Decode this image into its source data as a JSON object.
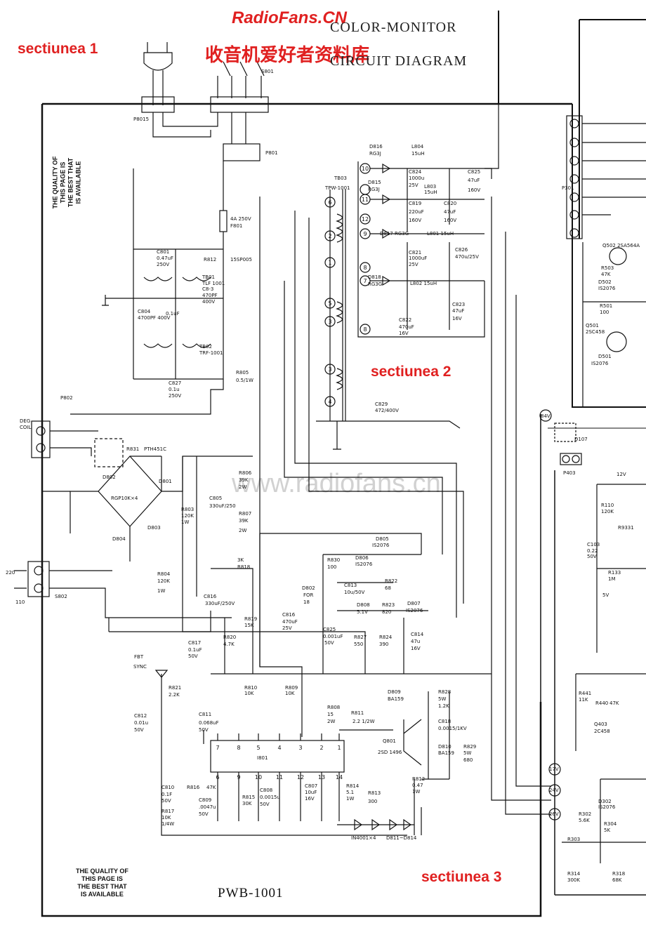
{
  "header": {
    "watermark_top": "RadioFans.CN",
    "chinese_title": "收音机爱好者资料库",
    "title_line1": "COLOR-MONITOR",
    "title_line3": "CIRCUIT DIAGRAM",
    "watermark_mid": "www.radiofans.cn"
  },
  "sections": {
    "s1": "sectiunea 1",
    "s2": "sectiunea 2",
    "s3": "sectiunea 3"
  },
  "notices": {
    "quality_bottom": [
      "THE QUALITY OF",
      "THIS PAGE IS",
      "THE BEST THAT",
      "IS AVAILABLE"
    ],
    "quality_side": [
      "THE QUALITY OF",
      "THIS PAGE IS",
      "THE BEST THAT",
      "IS AVAILABLE"
    ]
  },
  "board": {
    "name": "PWB-1001"
  },
  "colors": {
    "section_label": "#e02020",
    "ink": "#111111"
  },
  "components": [
    {
      "ref": "P8015",
      "label": "P8015"
    },
    {
      "ref": "S801",
      "label": "S801"
    },
    {
      "ref": "P801",
      "label": "P801"
    },
    {
      "ref": "F801",
      "label": "4A 250V"
    },
    {
      "ref": "F801b",
      "label": "F801"
    },
    {
      "ref": "C801",
      "label": "C801"
    },
    {
      "ref": "C801v",
      "label": "0.47uF"
    },
    {
      "ref": "C801r",
      "label": "250V"
    },
    {
      "ref": "R812",
      "label": "R812"
    },
    {
      "ref": "SP",
      "label": "15SP005"
    },
    {
      "ref": "TB01",
      "label": "TB01"
    },
    {
      "ref": "TLF",
      "label": "TLF 1001"
    },
    {
      "ref": "C803",
      "label": "C8-3"
    },
    {
      "ref": "C803v",
      "label": "470PF"
    },
    {
      "ref": "C803r",
      "label": "400V"
    },
    {
      "ref": "C804",
      "label": "C804"
    },
    {
      "ref": "C804v",
      "label": "4700PF 400V"
    },
    {
      "ref": "C0.1",
      "label": "0.1uF"
    },
    {
      "ref": "TB02",
      "label": "TB02"
    },
    {
      "ref": "TRF",
      "label": "TRF-1001"
    },
    {
      "ref": "R805",
      "label": "R805"
    },
    {
      "ref": "R805v",
      "label": "0.5/1W"
    },
    {
      "ref": "C827",
      "label": "C827"
    },
    {
      "ref": "C827v",
      "label": "0.1u"
    },
    {
      "ref": "C827r",
      "label": "250V"
    },
    {
      "ref": "P802",
      "label": "P802"
    },
    {
      "ref": "DEG",
      "label": "DEG"
    },
    {
      "ref": "COIL",
      "label": "COIL"
    },
    {
      "ref": "R831",
      "label": "R831"
    },
    {
      "ref": "PTH",
      "label": "PTH451C"
    },
    {
      "ref": "D802",
      "label": "D802"
    },
    {
      "ref": "D801",
      "label": "D801"
    },
    {
      "ref": "RGP",
      "label": "RGP10K×4"
    },
    {
      "ref": "D804",
      "label": "D804"
    },
    {
      "ref": "D803",
      "label": "D803"
    },
    {
      "ref": "R803",
      "label": "R803"
    },
    {
      "ref": "R803v",
      "label": "120K"
    },
    {
      "ref": "R803r",
      "label": "1W"
    },
    {
      "ref": "C805",
      "label": "C805"
    },
    {
      "ref": "C805v",
      "label": "330uF/250"
    },
    {
      "ref": "R806",
      "label": "R806"
    },
    {
      "ref": "R806v",
      "label": "39K"
    },
    {
      "ref": "R806r",
      "label": "2W"
    },
    {
      "ref": "R807",
      "label": "R807"
    },
    {
      "ref": "R807v",
      "label": "39K"
    },
    {
      "ref": "R807r",
      "label": "2W"
    },
    {
      "ref": "220",
      "label": "220"
    },
    {
      "ref": "110",
      "label": "110"
    },
    {
      "ref": "S802",
      "label": "S802"
    },
    {
      "ref": "R804",
      "label": "R804"
    },
    {
      "ref": "R804v",
      "label": "120K"
    },
    {
      "ref": "R804r",
      "label": "1W"
    },
    {
      "ref": "C816a",
      "label": "C816"
    },
    {
      "ref": "C816av",
      "label": "330uF/250V"
    },
    {
      "ref": "R818",
      "label": "R818"
    },
    {
      "ref": "R818v",
      "label": "3K"
    },
    {
      "ref": "R819",
      "label": "R819"
    },
    {
      "ref": "R819v",
      "label": "15K"
    },
    {
      "ref": "R820",
      "label": "R820"
    },
    {
      "ref": "R820v",
      "label": "4.7K"
    },
    {
      "ref": "C817",
      "label": "C817"
    },
    {
      "ref": "C817v",
      "label": "0.1uF"
    },
    {
      "ref": "C817r",
      "label": "50V"
    },
    {
      "ref": "C816",
      "label": "C816"
    },
    {
      "ref": "C816v",
      "label": "470uF"
    },
    {
      "ref": "C816r",
      "label": "25V"
    },
    {
      "ref": "FBT",
      "label": "FBT"
    },
    {
      "ref": "SYNC",
      "label": "SYNC"
    },
    {
      "ref": "R821",
      "label": "R821"
    },
    {
      "ref": "R821v",
      "label": "2.2K"
    },
    {
      "ref": "C812",
      "label": "C812"
    },
    {
      "ref": "C812v",
      "label": "0.01u"
    },
    {
      "ref": "C812r",
      "label": "50V"
    },
    {
      "ref": "C811",
      "label": "C811"
    },
    {
      "ref": "C811v",
      "label": "0.068uF"
    },
    {
      "ref": "C811r",
      "label": "50V"
    },
    {
      "ref": "R810",
      "label": "R810"
    },
    {
      "ref": "R810v",
      "label": "10K"
    },
    {
      "ref": "R809",
      "label": "R809"
    },
    {
      "ref": "R809v",
      "label": "10K"
    },
    {
      "ref": "R808",
      "label": "R808"
    },
    {
      "ref": "R808v",
      "label": "15"
    },
    {
      "ref": "R808r",
      "label": "2W"
    },
    {
      "ref": "R811",
      "label": "R811"
    },
    {
      "ref": "R811v",
      "label": "2.2  1/2W"
    },
    {
      "ref": "D809",
      "label": "D809"
    },
    {
      "ref": "D809v",
      "label": "BA159"
    },
    {
      "ref": "R828",
      "label": "R828"
    },
    {
      "ref": "R828v",
      "label": "5W"
    },
    {
      "ref": "R828r",
      "label": "1.2K"
    },
    {
      "ref": "C818",
      "label": "C818"
    },
    {
      "ref": "C818v",
      "label": "0.0015/1KV"
    },
    {
      "ref": "Q801",
      "label": "Q801"
    },
    {
      "ref": "Q801v",
      "label": "2SD 1496"
    },
    {
      "ref": "D810",
      "label": "D810"
    },
    {
      "ref": "D810v",
      "label": "BA159"
    },
    {
      "ref": "R829",
      "label": "R829"
    },
    {
      "ref": "R829v",
      "label": "5W"
    },
    {
      "ref": "R829r",
      "label": "680"
    },
    {
      "ref": "I801",
      "label": "I801"
    },
    {
      "ref": "C810",
      "label": "C810"
    },
    {
      "ref": "C810v",
      "label": "0.1F"
    },
    {
      "ref": "C810r",
      "label": "50V"
    },
    {
      "ref": "R816",
      "label": "R816"
    },
    {
      "ref": "R816v",
      "label": "47K"
    },
    {
      "ref": "C809",
      "label": "C809"
    },
    {
      "ref": "C809v",
      "label": ".0047u"
    },
    {
      "ref": "C809r",
      "label": "50V"
    },
    {
      "ref": "R817",
      "label": "R817"
    },
    {
      "ref": "R817v",
      "label": "10K"
    },
    {
      "ref": "R817r",
      "label": "1/4W"
    },
    {
      "ref": "R815",
      "label": "R815"
    },
    {
      "ref": "R815v",
      "label": "30K"
    },
    {
      "ref": "C808",
      "label": "C808"
    },
    {
      "ref": "C808v",
      "label": "0.0015u"
    },
    {
      "ref": "C808r",
      "label": "50V"
    },
    {
      "ref": "C807",
      "label": "C807"
    },
    {
      "ref": "C807v",
      "label": "10uF"
    },
    {
      "ref": "C807r",
      "label": "16V"
    },
    {
      "ref": "R814",
      "label": "R814"
    },
    {
      "ref": "R814v",
      "label": "5.1"
    },
    {
      "ref": "R814r",
      "label": "1W"
    },
    {
      "ref": "R813",
      "label": "R813"
    },
    {
      "ref": "R813v",
      "label": "300"
    },
    {
      "ref": "R812b",
      "label": "R812"
    },
    {
      "ref": "R812bv",
      "label": "0.47"
    },
    {
      "ref": "R812br",
      "label": "1W"
    },
    {
      "ref": "IN4001",
      "label": "IN4001×4"
    },
    {
      "ref": "D811",
      "label": "D811~D814"
    },
    {
      "ref": "D805",
      "label": "D805"
    },
    {
      "ref": "D805v",
      "label": "IS2076"
    },
    {
      "ref": "R830",
      "label": "R830"
    },
    {
      "ref": "R830v",
      "label": "100"
    },
    {
      "ref": "D806",
      "label": "D806"
    },
    {
      "ref": "D806v",
      "label": "IS2076"
    },
    {
      "ref": "R822",
      "label": "R822"
    },
    {
      "ref": "R822v",
      "label": "68"
    },
    {
      "ref": "C813",
      "label": "C813"
    },
    {
      "ref": "C813v",
      "label": "10u/50V"
    },
    {
      "ref": "D802b",
      "label": "D802"
    },
    {
      "ref": "D802bv",
      "label": "FOR"
    },
    {
      "ref": "D802br",
      "label": "18"
    },
    {
      "ref": "D808",
      "label": "D808"
    },
    {
      "ref": "D808v",
      "label": "5.1V"
    },
    {
      "ref": "R823",
      "label": "R823"
    },
    {
      "ref": "R823v",
      "label": "820"
    },
    {
      "ref": "D807",
      "label": "D807"
    },
    {
      "ref": "D807v",
      "label": "IS2076"
    },
    {
      "ref": "C825",
      "label": "C825"
    },
    {
      "ref": "C825v",
      "label": "0.001uF"
    },
    {
      "ref": "C825r",
      "label": "50V"
    },
    {
      "ref": "R827",
      "label": "R827"
    },
    {
      "ref": "R827v",
      "label": "550"
    },
    {
      "ref": "R824",
      "label": "R824"
    },
    {
      "ref": "R824v",
      "label": "390"
    },
    {
      "ref": "C814",
      "label": "C814"
    },
    {
      "ref": "C814v",
      "label": "47u"
    },
    {
      "ref": "C814r",
      "label": "16V"
    },
    {
      "ref": "TB03",
      "label": "TB03"
    },
    {
      "ref": "TPW",
      "label": "TPW-1001"
    },
    {
      "ref": "D816",
      "label": "D816"
    },
    {
      "ref": "D816v",
      "label": "RG3J"
    },
    {
      "ref": "L804",
      "label": "L804"
    },
    {
      "ref": "L804v",
      "label": "15uH"
    },
    {
      "ref": "C824",
      "label": "C824"
    },
    {
      "ref": "C824v",
      "label": "1000u"
    },
    {
      "ref": "C824r",
      "label": "25V"
    },
    {
      "ref": "C825b",
      "label": "C825"
    },
    {
      "ref": "C825bv",
      "label": "47uF"
    },
    {
      "ref": "C825br",
      "label": "160V"
    },
    {
      "ref": "D815",
      "label": "D815"
    },
    {
      "ref": "D815v",
      "label": "RG3J"
    },
    {
      "ref": "L803",
      "label": "L803"
    },
    {
      "ref": "L803v",
      "label": "15uH"
    },
    {
      "ref": "C819",
      "label": "C819"
    },
    {
      "ref": "C819v",
      "label": "220uF"
    },
    {
      "ref": "C819r",
      "label": "160V"
    },
    {
      "ref": "C820",
      "label": "C820"
    },
    {
      "ref": "C820v",
      "label": "47uF"
    },
    {
      "ref": "C820r",
      "label": "160V"
    },
    {
      "ref": "D817",
      "label": "D817 RG3G"
    },
    {
      "ref": "L801",
      "label": "L801 15uH"
    },
    {
      "ref": "C821",
      "label": "C821"
    },
    {
      "ref": "C821v",
      "label": "1000uF"
    },
    {
      "ref": "C821r",
      "label": "25V"
    },
    {
      "ref": "C826",
      "label": "C826"
    },
    {
      "ref": "C826v",
      "label": "470u/25V"
    },
    {
      "ref": "D818",
      "label": "D818"
    },
    {
      "ref": "D818v",
      "label": "RG3G"
    },
    {
      "ref": "L802",
      "label": "L802 15uH"
    },
    {
      "ref": "C822",
      "label": "C822"
    },
    {
      "ref": "C822v",
      "label": "470uF"
    },
    {
      "ref": "C822r",
      "label": "16V"
    },
    {
      "ref": "C823",
      "label": "C823"
    },
    {
      "ref": "C823v",
      "label": "47uF"
    },
    {
      "ref": "C823r",
      "label": "16V"
    },
    {
      "ref": "C829",
      "label": "C829"
    },
    {
      "ref": "C829v",
      "label": "472/400V"
    },
    {
      "ref": "P301",
      "label": "P301"
    },
    {
      "ref": "Q502",
      "label": "Q502 2SA564A"
    },
    {
      "ref": "R503",
      "label": "R503"
    },
    {
      "ref": "R503v",
      "label": "47K"
    },
    {
      "ref": "D502",
      "label": "D502"
    },
    {
      "ref": "D502v",
      "label": "IS2076"
    },
    {
      "ref": "R501",
      "label": "R501"
    },
    {
      "ref": "R501v",
      "label": "100"
    },
    {
      "ref": "Q501",
      "label": "Q501"
    },
    {
      "ref": "Q501v",
      "label": "2SC458"
    },
    {
      "ref": "D501",
      "label": "D501"
    },
    {
      "ref": "D501v",
      "label": "IS2076"
    },
    {
      "ref": "84V",
      "label": "84V"
    },
    {
      "ref": "D107",
      "label": "D107"
    },
    {
      "ref": "P403",
      "label": "P403"
    },
    {
      "ref": "12V",
      "label": "12V"
    },
    {
      "ref": "R110",
      "label": "R110"
    },
    {
      "ref": "R110v",
      "label": "120K"
    },
    {
      "ref": "R331",
      "label": "R9331"
    },
    {
      "ref": "C103",
      "label": "C103"
    },
    {
      "ref": "C103v",
      "label": "0.22"
    },
    {
      "ref": "C103r",
      "label": "50V"
    },
    {
      "ref": "R133",
      "label": "R133"
    },
    {
      "ref": "R133v",
      "label": "1M"
    },
    {
      "ref": "5V",
      "label": "5V"
    },
    {
      "ref": "R441",
      "label": "R441"
    },
    {
      "ref": "R441v",
      "label": "11K"
    },
    {
      "ref": "R440",
      "label": "R440"
    },
    {
      "ref": "R440v",
      "label": "47K"
    },
    {
      "ref": "Q403",
      "label": "Q403"
    },
    {
      "ref": "Q403v",
      "label": "2C458"
    },
    {
      "ref": "17V",
      "label": "17V"
    },
    {
      "ref": "24V",
      "label": "24V"
    },
    {
      "ref": "26V",
      "label": "26V"
    },
    {
      "ref": "D302",
      "label": "D302"
    },
    {
      "ref": "D302v",
      "label": "IS2076"
    },
    {
      "ref": "R302",
      "label": "R302"
    },
    {
      "ref": "R302v",
      "label": "5.6K"
    },
    {
      "ref": "R304",
      "label": "R304"
    },
    {
      "ref": "R304v",
      "label": "5K"
    },
    {
      "ref": "R303",
      "label": "R303"
    },
    {
      "ref": "R314",
      "label": "R314"
    },
    {
      "ref": "R314v",
      "label": "300K"
    },
    {
      "ref": "R318",
      "label": "R318"
    },
    {
      "ref": "R318v",
      "label": "68K"
    }
  ]
}
